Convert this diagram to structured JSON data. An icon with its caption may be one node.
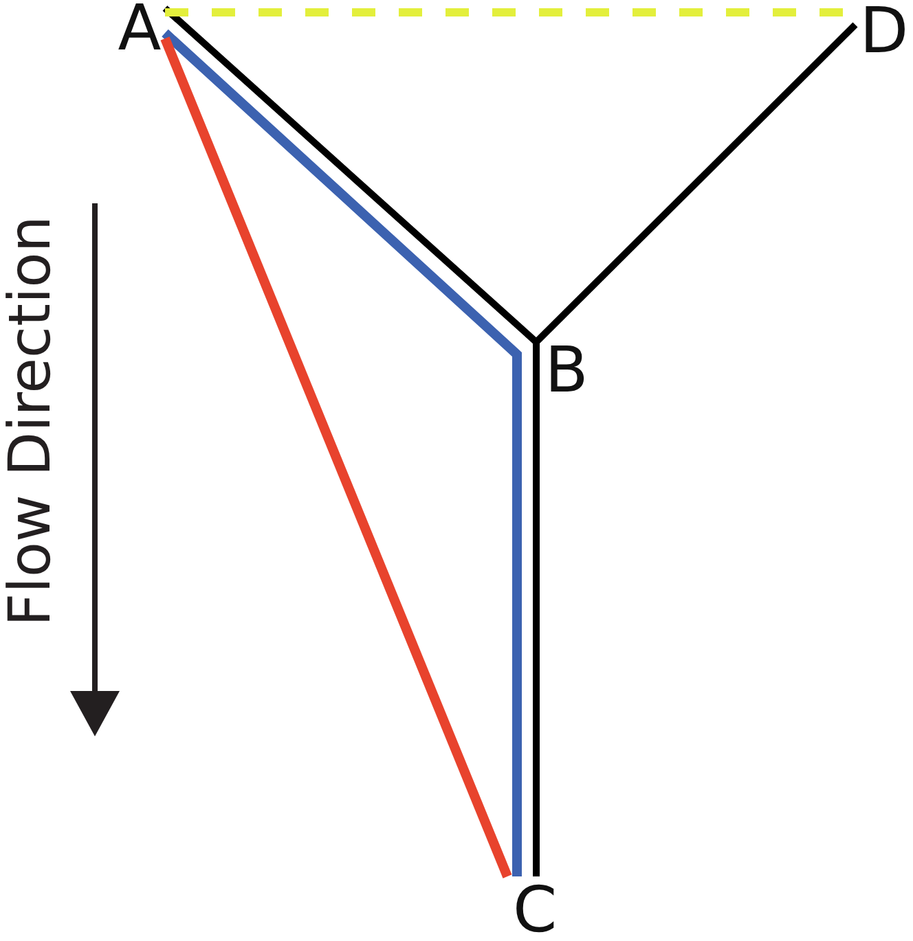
{
  "diagram": {
    "nodes": [
      {
        "text": [
          "A"
        ]
      },
      {
        "text": [
          "B"
        ]
      },
      {
        "text": [
          "C"
        ]
      },
      {
        "text": [
          "D"
        ]
      }
    ],
    "edges": [
      {
        "from": 0,
        "to": 1,
        "arrow": "none"
      },
      {
        "from": 3,
        "to": 1,
        "arrow": "none"
      },
      {
        "from": 1,
        "to": 2,
        "arrow": "none"
      },
      {
        "from": 0,
        "to": 3,
        "arrow": "none",
        "style": "dashed",
        "color": "#e3ef3c"
      },
      {
        "from": 0,
        "to": 2,
        "arrow": "none",
        "color": "#3c62b0"
      },
      {
        "from": 0,
        "to": 2,
        "arrow": "none",
        "color": "#e8432d"
      }
    ],
    "labels": [
      "Flow Direction"
    ]
  }
}
